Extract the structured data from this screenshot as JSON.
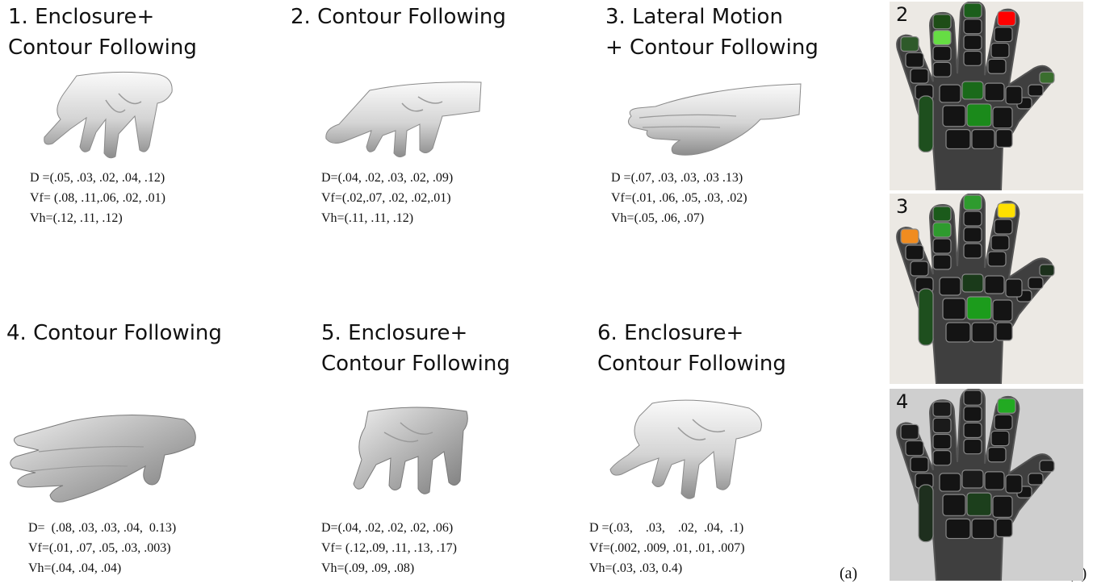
{
  "panel_a": {
    "label": "(a)",
    "grasps": [
      {
        "title": [
          "1. Enclosure+",
          "Contour Following"
        ],
        "params": [
          "D =(.05, .03, .02, .04, .12)",
          "Vf= (.08, .11,.06, .02, .01)",
          "Vh=(.12, .11, .12)"
        ]
      },
      {
        "title": [
          "2. Contour Following"
        ],
        "params": [
          "D=(.04, .02, .03, .02, .09)",
          "Vf=(.02,.07, .02, .02,.01)",
          "Vh=(.11, .11, .12)"
        ]
      },
      {
        "title": [
          "3. Lateral Motion",
          "+ Contour Following"
        ],
        "params": [
          "D =(.07, .03, .03, .03 .13)",
          "Vf=(.01, .06, .05, .03, .02)",
          "Vh=(.05, .06, .07)"
        ]
      },
      {
        "title": [
          "4. Contour Following"
        ],
        "params": [
          "D=  (.08, .03, .03, .04,  0.13)",
          "Vf=(.01, .07, .05, .03, .003)",
          "Vh=(.04, .04, .04)"
        ]
      },
      {
        "title": [
          "5. Enclosure+",
          "Contour Following"
        ],
        "params": [
          "D=(.04, .02, .02, .02, .06)",
          "Vf= (.12,.09, .11, .13, .17)",
          "Vh=(.09, .09, .08)"
        ]
      },
      {
        "title": [
          "6. Enclosure+",
          "Contour Following"
        ],
        "params": [
          "D =(.03,    .03,    .02,  .04,  .1)",
          "Vf=(.002, .009, .01, .01, .007)",
          "Vh=(.03, .03, 0.4)"
        ]
      }
    ]
  },
  "panel_b": {
    "label": "(b)",
    "maps": [
      {
        "number": "2",
        "background": "#ece9e4",
        "hot": {
          "thumb_tip": "#3a6e2e",
          "index_tip": "#1e4d17",
          "middle_tip": "#1b5e1b",
          "ring_tip": "#ff0000",
          "little_tip": "#2e5a2a",
          "index_mid": "#66dd44",
          "palm_upper": "#1a6a1a",
          "palm_center": "#1b8a1b",
          "palm_low": "#1e4f1e"
        }
      },
      {
        "number": "3",
        "background": "#ece9e4",
        "hot": {
          "thumb_tip": "#1c301c",
          "index_tip": "#1b5a1b",
          "middle_tip": "#2e9b2e",
          "ring_tip": "#ffe000",
          "little_tip": "#f08c20",
          "index_mid": "#2e9b2e",
          "palm_upper": "#1a3a1a",
          "palm_center": "#1c9c1c",
          "palm_low": "#1e4f1e"
        }
      },
      {
        "number": "4",
        "background": "#cfcfcf",
        "hot": {
          "thumb_tip": "#1a1a1a",
          "index_tip": "#1a1a1a",
          "middle_tip": "#1a1a1a",
          "ring_tip": "#22aa22",
          "little_tip": "#1a1a1a",
          "index_mid": "#1a1a1a",
          "palm_upper": "#1a1a1a",
          "palm_center": "#1c3f1c",
          "palm_low": "#1e2f1e"
        }
      }
    ]
  }
}
